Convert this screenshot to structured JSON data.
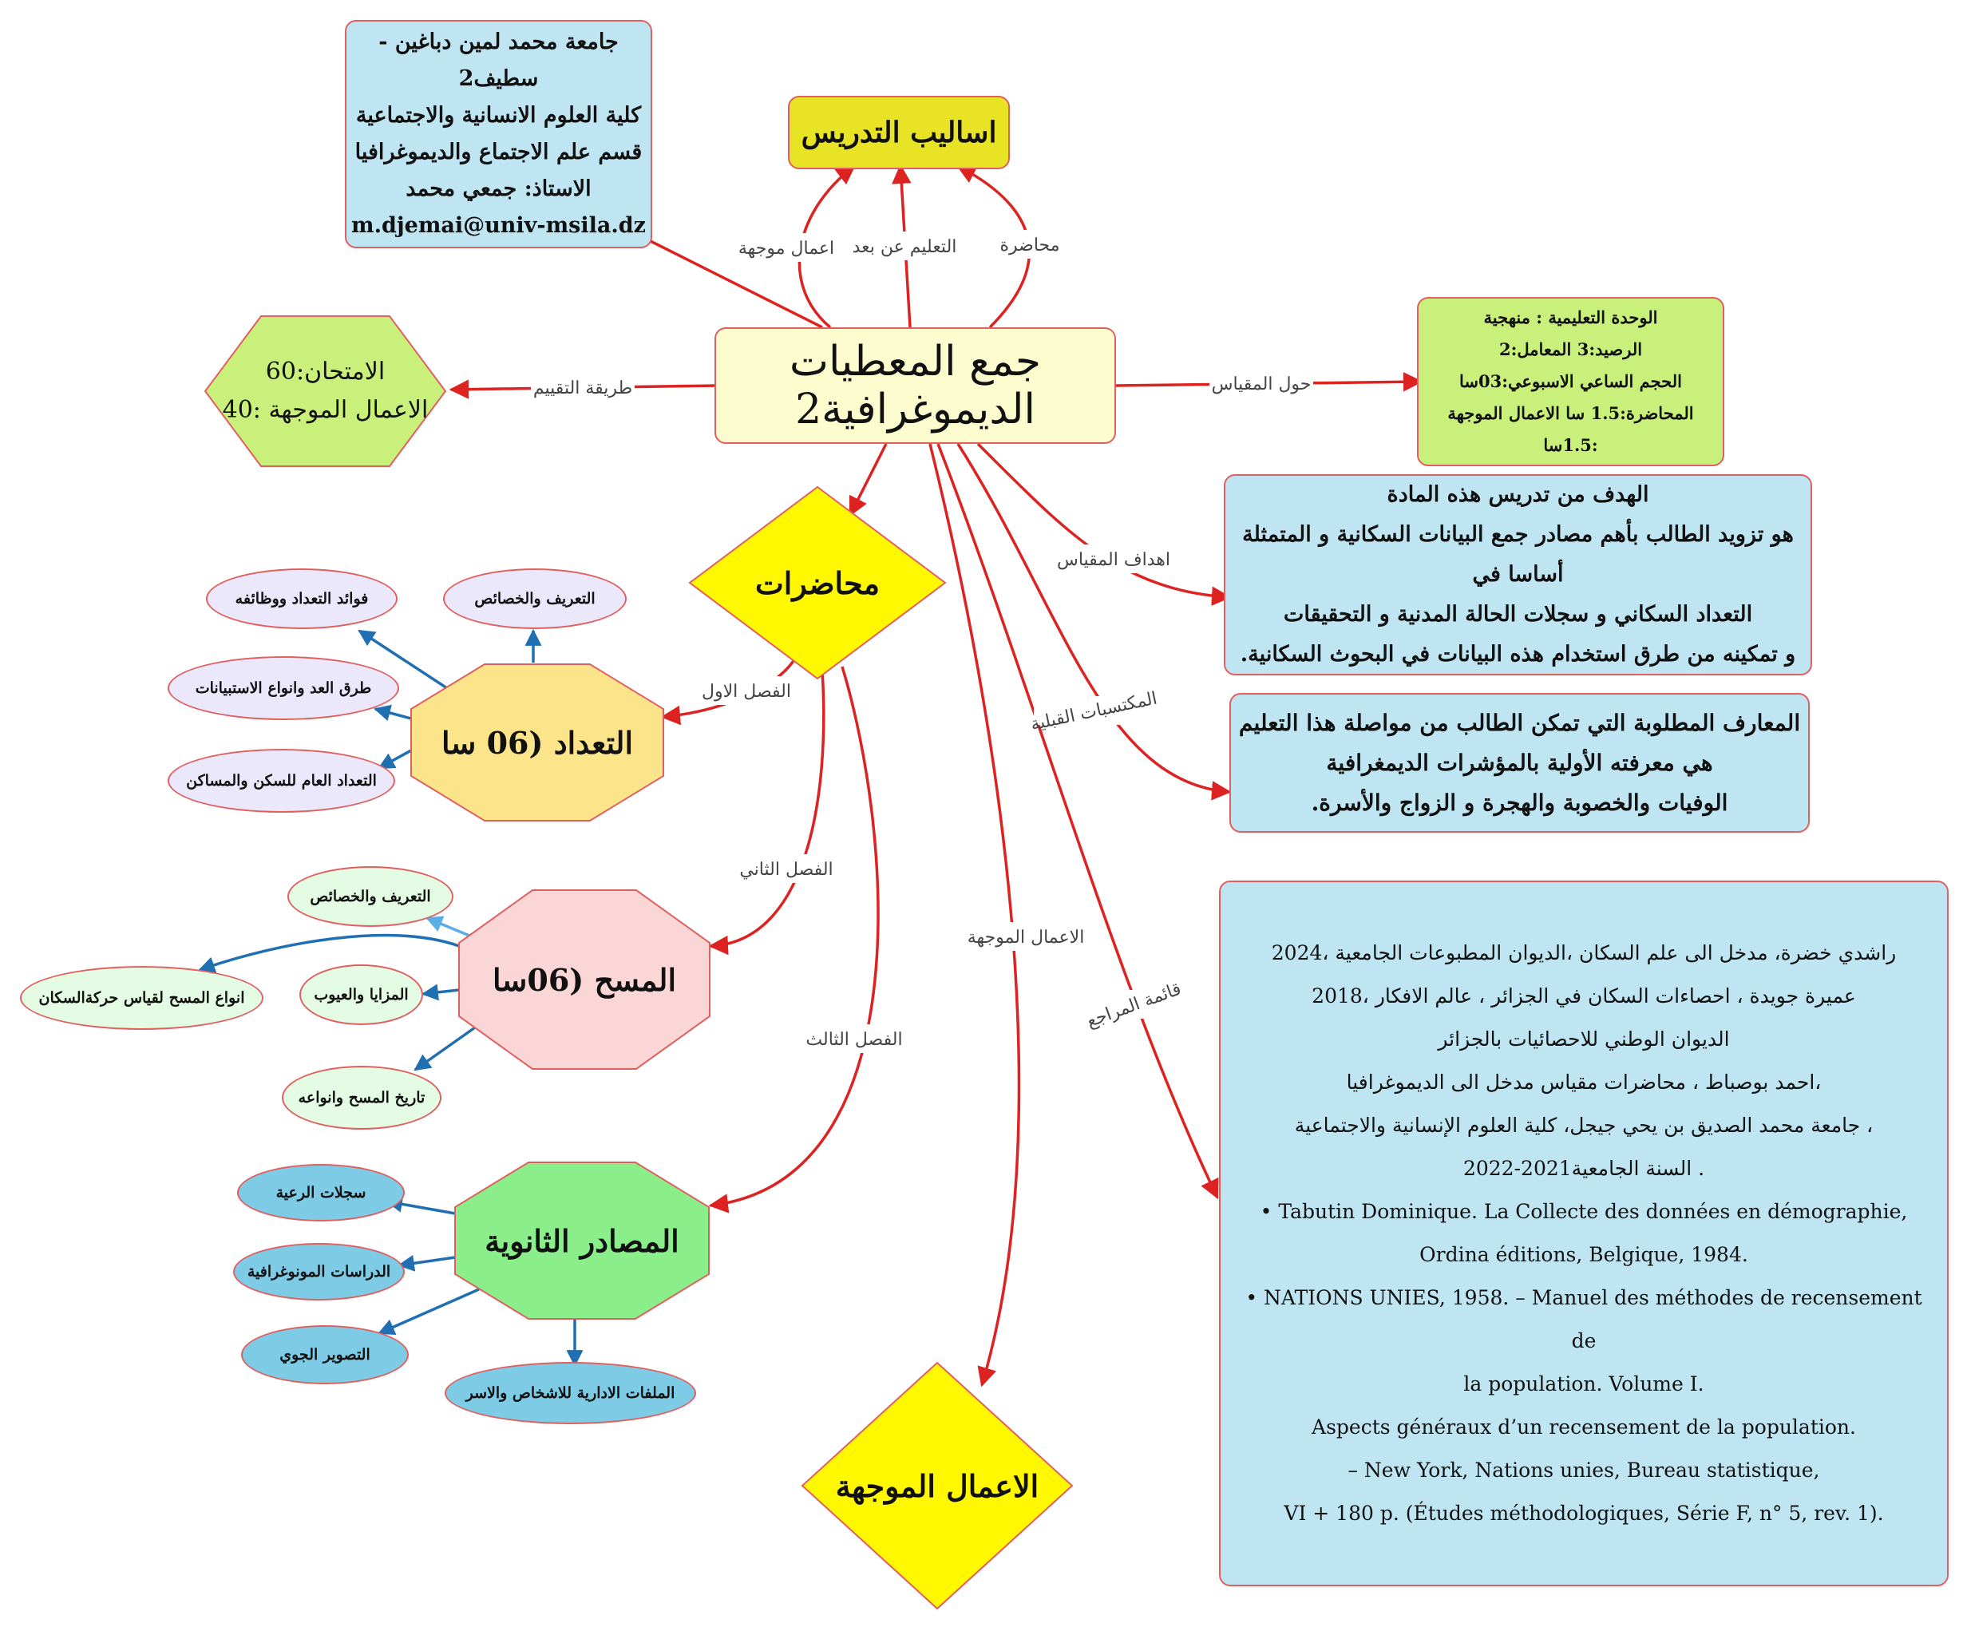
{
  "center": {
    "title": "جمع المعطيات الديموغرافية2"
  },
  "university": {
    "lines": [
      "جامعة محمد لمين دباغين - سطيف2",
      "كلية العلوم الانسانية والاجتماعية",
      "قسم علم الاجتماع والديموغرافيا",
      "الاستاذ: جمعي محمد",
      "m.djemai@univ-msila.dz"
    ]
  },
  "teaching_methods": {
    "title": "اساليب التدريس"
  },
  "evaluation": {
    "lines": [
      "الامتحان:60",
      "الاعمال الموجهة :40"
    ]
  },
  "module_info": {
    "lines": [
      "الوحدة التعليمية : منهجية",
      "الرصيد:3  المعامل:2",
      "الحجم الساعي الاسبوعي:03سا",
      "المحاضرة:1.5 سا  الاعمال الموجهة :1.5سا"
    ]
  },
  "objectives": {
    "lines": [
      "الهدف من تدريس هذه المادة",
      "هو تزويد الطالب بأهم مصادر جمع البيانات السكانية و المتمثلة أساسا في",
      "التعداد السكاني و سجلات الحالة المدنية و التحقيقات",
      "و تمكينه من طرق استخدام هذه البيانات في البحوث السكانية."
    ]
  },
  "prerequisites": {
    "lines": [
      "المعارف المطلوبة التي تمكن الطالب من مواصلة هذا التعليم",
      "هي معرفته الأولية بالمؤشرات الديمغرافية",
      "الوفيات والخصوبة والهجرة و الزواج والأسرة."
    ]
  },
  "references": {
    "lines": [
      "راشدي خضرة، مدخل الى علم السكان ،الديوان المطبوعات الجامعية ،2024",
      "عميرة جويدة ، احصاءات السكان في الجزائر ، عالم الافكار ،2018",
      "الديوان الوطني للاحصائيات بالجزائر",
      "،احمد بوصباط ، محاضرات مقياس مدخل الى الديموغرافيا",
      "، جامعة محمد الصديق بن يحي جيجل، كلية العلوم الإنسانية والاجتماعية",
      ". السنة الجامعية2021-2022"
    ],
    "latin_lines": [
      "• Tabutin Dominique. La Collecte des données en démographie,",
      "Ordina éditions, Belgique, 1984.",
      "• NATIONS UNIES, 1958. – Manuel des méthodes de recensement",
      "de",
      "la population. Volume I.",
      "Aspects généraux d’un recensement de la population.",
      "– New York, Nations unies, Bureau statistique,",
      "VI + 180 p. (Études méthodologiques, Série F, n° 5, rev. 1)."
    ]
  },
  "lectures": {
    "title": "محاضرات"
  },
  "tutorials": {
    "title": "الاعمال الموجهة"
  },
  "census": {
    "title": "التعداد  (06 سا",
    "subs": [
      "التعريف والخصائص",
      "فوائد التعداد ووظائفه",
      "طرق العد وانواع الاستبيانات",
      "التعداد العام للسكن والمساكن"
    ]
  },
  "survey": {
    "title": "المسح (06سا",
    "subs": [
      "التعريف والخصائص",
      "انواع المسح لقياس حركةالسكان",
      "المزايا والعيوب",
      "تاريخ المسح وانواعه"
    ]
  },
  "secondary": {
    "title": "المصادر الثانوية",
    "subs": [
      "سجلات الرعية",
      "الدراسات المونوغرافية",
      "التصوير الجوي",
      "الملفات الادارية للاشخاص والاسر"
    ]
  },
  "edge_labels": {
    "tutorials_method": "اعمال موجهة",
    "distance": "التعليم عن بعد",
    "lecture": "محاضرة",
    "evaluation": "طريقة التقييم",
    "about": "حول المقياس",
    "objectives": "اهداف المقياس",
    "prerequisites": "المكتسبات القبلية",
    "references": "قائمة المراجع",
    "tutorials": "الاعمال الموجهة",
    "ch1": "الفصل الاول",
    "ch2": "الفصل الثاني",
    "ch3": "الفصل الثالث"
  },
  "colors": {
    "red_link": "#dd2222",
    "blue_link": "#1f6fb2",
    "light_blue_link": "#5aaee8",
    "center_fill": "#fdfccf",
    "info_fill": "#bfe5f2",
    "green_fill": "#c8f07a",
    "method_fill": "#e8e324",
    "diamond_fill": "#fff800",
    "census_fill": "#fce48a",
    "survey_fill": "#fbd6d6",
    "secondary_fill": "#8aee8a",
    "census_sub_fill": "#ece8fb",
    "survey_sub_fill": "#e4fbe4",
    "secondary_sub_fill": "#7ecbe6"
  }
}
